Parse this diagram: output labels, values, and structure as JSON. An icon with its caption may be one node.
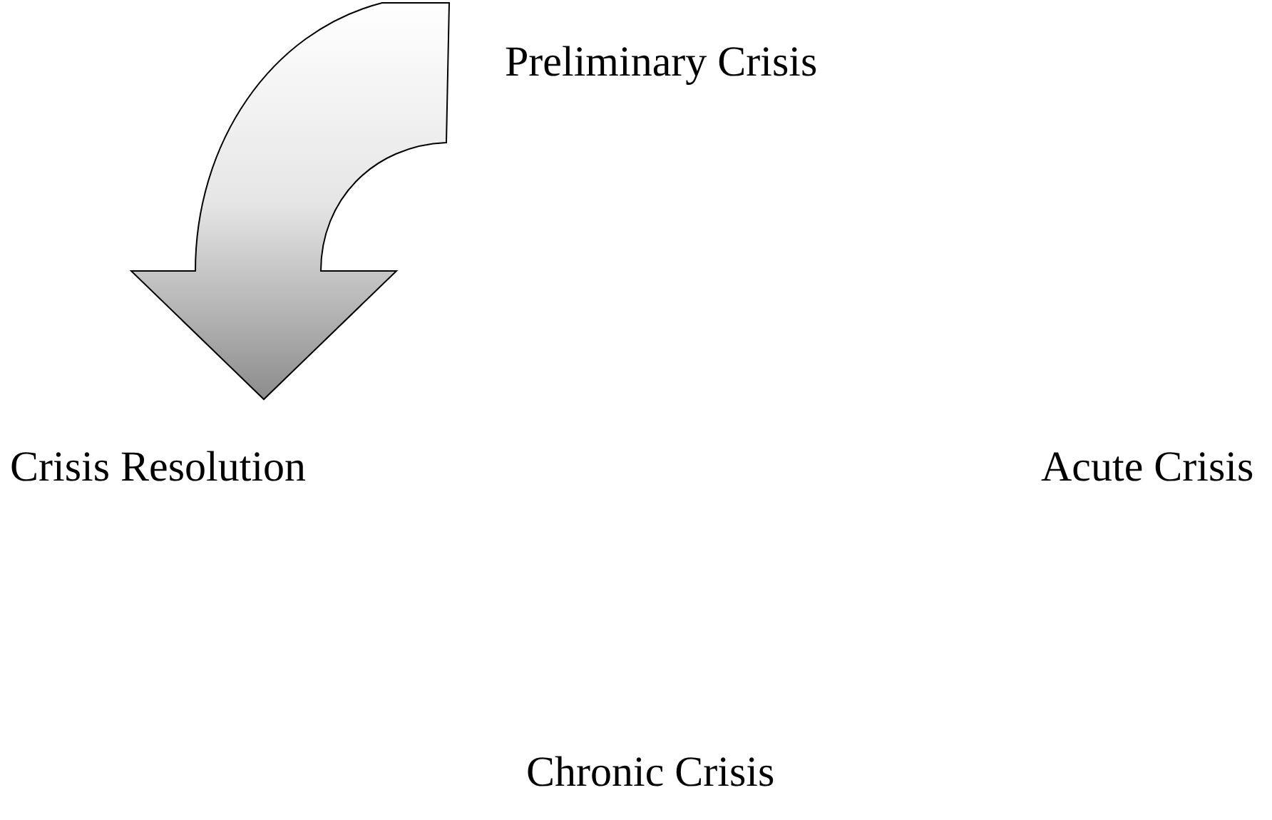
{
  "diagram": {
    "nodes": [
      {
        "text": [
          "Preliminary Crisis"
        ]
      },
      {
        "text": [
          "Crisis Resolution"
        ]
      },
      {
        "text": [
          "Acute Crisis"
        ]
      },
      {
        "text": [
          "Chronic Crisis"
        ]
      }
    ],
    "edges": [
      {
        "from": 0,
        "to": 1,
        "arrow": "to"
      }
    ]
  }
}
